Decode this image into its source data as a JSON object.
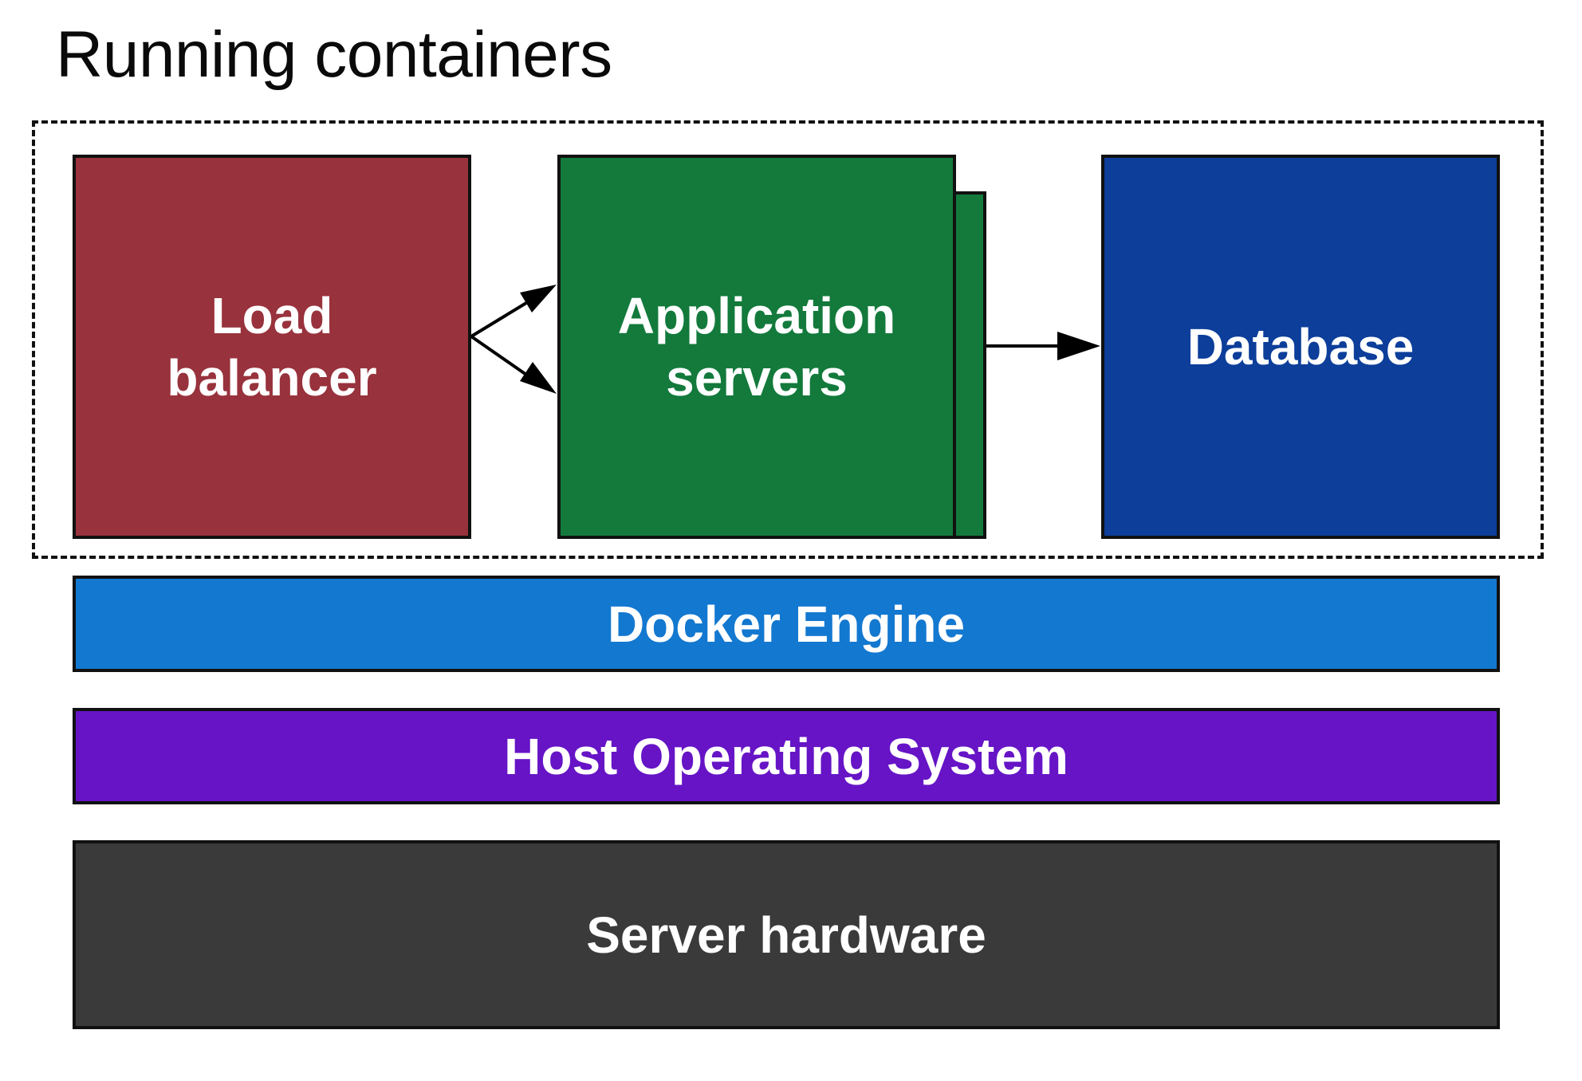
{
  "title": "Running containers",
  "containers": {
    "load_balancer": {
      "line1": "Load",
      "line2": "balancer",
      "color": "#98323c"
    },
    "app_servers": {
      "line1": "Application",
      "line2": "servers",
      "color": "#137a3c"
    },
    "database": {
      "label": "Database",
      "color": "#0c3e9a"
    }
  },
  "layers": {
    "docker_engine": {
      "label": "Docker Engine",
      "color": "#1378d0"
    },
    "host_os": {
      "label": "Host Operating System",
      "color": "#6614c6"
    },
    "hardware": {
      "label": "Server hardware",
      "color": "#3a3a3a"
    }
  }
}
